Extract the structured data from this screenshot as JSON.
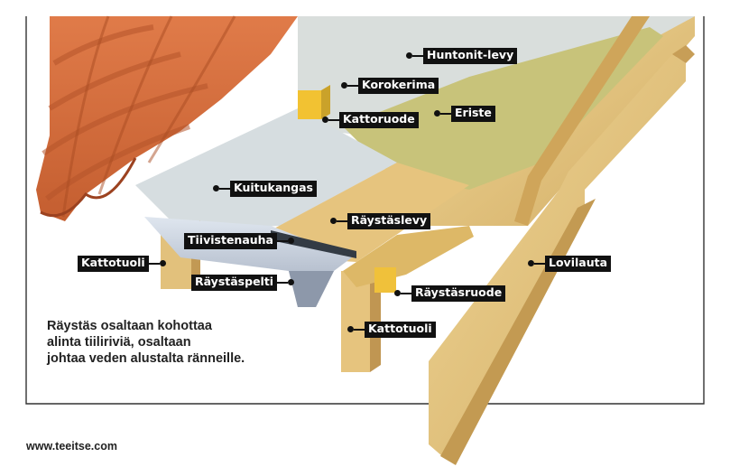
{
  "diagram": {
    "labels": {
      "huntonit": "Huntonit-levy",
      "korokerima": "Korokerima",
      "kattoruode": "Kattoruode",
      "eriste": "Eriste",
      "kuitukangas": "Kuitukangas",
      "raystaslevy": "Räystäslevy",
      "tiivistenauha": "Tiivistenauha",
      "kattotuoli_left": "Kattotuoli",
      "lovilauta": "Lovilauta",
      "raystaspelti": "Räystäspelti",
      "raystasruode": "Räystäsruode",
      "kattotuoli_right": "Kattotuoli"
    },
    "caption_lines": [
      "Räystäs osaltaan kohottaa",
      "alinta tiiliriviä, osaltaan",
      "johtaa veden alustalta ränneille."
    ],
    "website": "www.teeitse.com"
  },
  "colors": {
    "tile": "#d9703f",
    "tile_dark": "#b4532a",
    "wood": "#e6c47e",
    "wood_dark": "#c39a52",
    "insulation": "#c9c47a",
    "fabric": "#cfd8dc",
    "metal": "#b6c0cf",
    "batten": "#f2c232"
  }
}
